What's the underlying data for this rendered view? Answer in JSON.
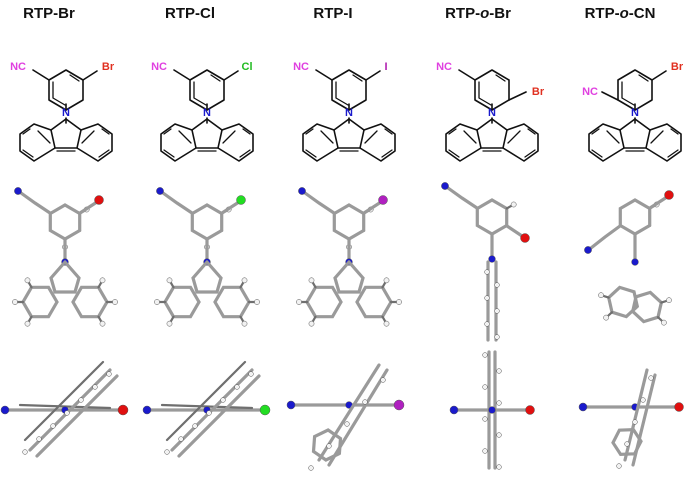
{
  "compounds": [
    {
      "name": "RTP-Br",
      "cn": "NC",
      "hal": "Br",
      "type": "meta"
    },
    {
      "name": "RTP-Cl",
      "cn": "NC",
      "hal": "Cl",
      "type": "meta"
    },
    {
      "name": "RTP-I",
      "cn": "NC",
      "hal": "I",
      "type": "meta"
    },
    {
      "name": "RTP-o-Br",
      "prefix": "RTP-",
      "italic": "o",
      "suffix": "-Br",
      "cn": "NC",
      "hal": "Br",
      "type": "oBr"
    },
    {
      "name": "RTP-o-CN",
      "prefix": "RTP-",
      "italic": "o",
      "suffix": "-CN",
      "cn": "NC",
      "hal": "Br",
      "type": "oCN"
    }
  ],
  "atom_labels": {
    "nitrogen": "N"
  },
  "colors": {
    "cn_label": "#e040e0",
    "br_label": "#e03020",
    "cl_label": "#22bb22",
    "i_label": "#b020b0",
    "bond": "#111111",
    "carbon": "#9a9a9a",
    "nitrogen_atom": "#1a1acc",
    "hydrogen": "#f2f2f2",
    "br_atom": "#e01010",
    "cl_atom": "#22dd22",
    "i_atom": "#b020c0"
  }
}
